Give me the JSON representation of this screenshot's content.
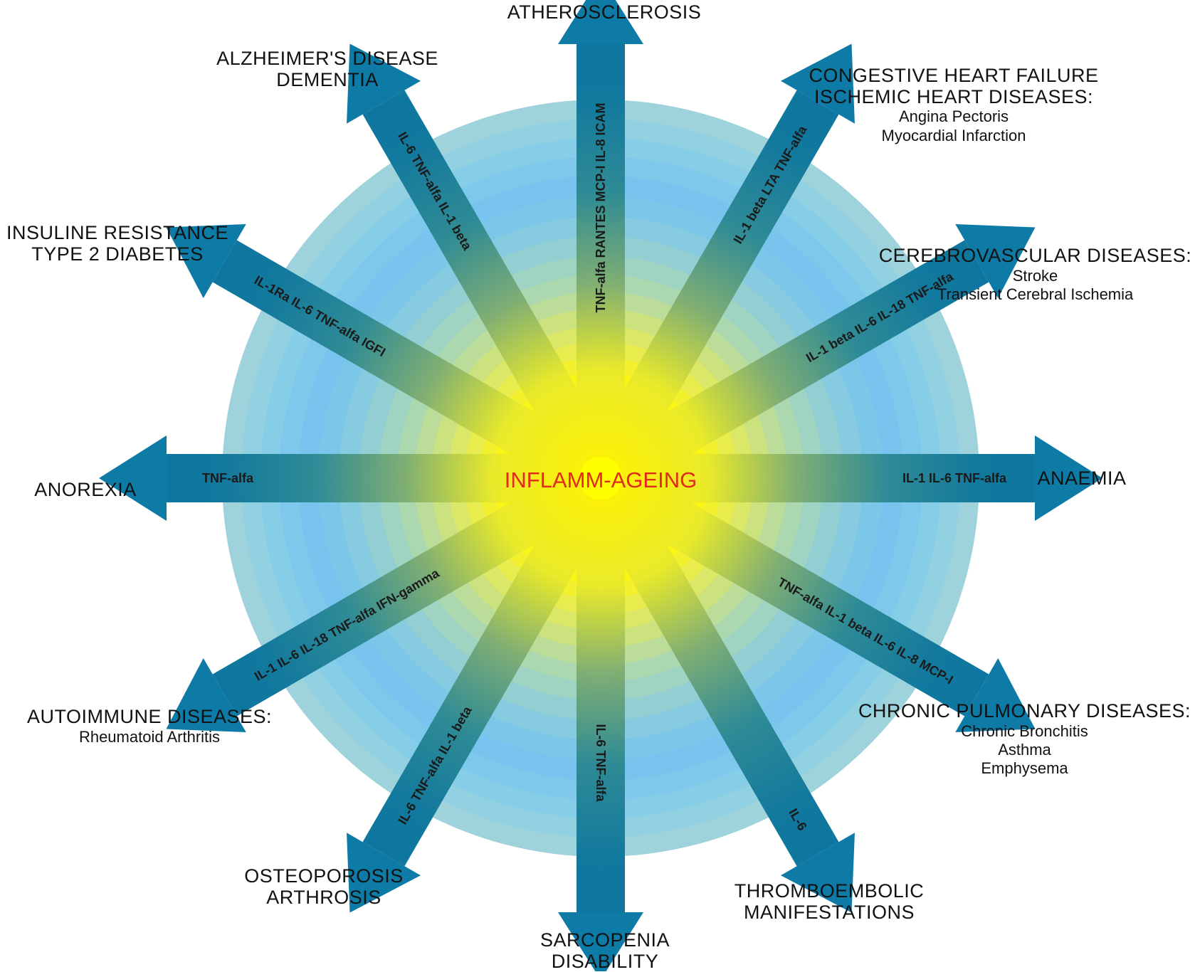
{
  "center_label": "INFLAMM-AGEING",
  "colors": {
    "center": "#e02a1c",
    "arrow": "#0e7aa6",
    "disc_outer": "#9fd3dc",
    "disc_inner": "#ffff00"
  },
  "arrows": [
    {
      "name": "atherosclerosis",
      "angle": -90,
      "mediators": "TNF-alfa RANTES MCP-I IL-8 ICAM"
    },
    {
      "name": "heart",
      "angle": -60,
      "mediators": "IL-1 beta  LTA  TNF-alfa"
    },
    {
      "name": "cerebrovascular",
      "angle": -30,
      "mediators": "IL-1 beta IL-6  IL-18  TNF-alfa"
    },
    {
      "name": "anaemia",
      "angle": 0,
      "mediators": "IL-1  IL-6  TNF-alfa"
    },
    {
      "name": "pulmonary",
      "angle": 30,
      "mediators": "TNF-alfa  IL-1 beta  IL-6      IL-8  MCP-I"
    },
    {
      "name": "thromboembolic",
      "angle": 60,
      "mediators": "IL-6"
    },
    {
      "name": "sarcopenia",
      "angle": 90,
      "mediators": "IL-6   TNF-alfa"
    },
    {
      "name": "osteoporosis",
      "angle": 120,
      "mediators": "IL-6  TNF-alfa  IL-1 beta"
    },
    {
      "name": "autoimmune",
      "angle": 150,
      "mediators": "IL-1  IL-6  IL-18  TNF-alfa  IFN-gamma"
    },
    {
      "name": "anorexia",
      "angle": 180,
      "mediators": "TNF-alfa"
    },
    {
      "name": "insulin",
      "angle": 210,
      "mediators": "IL-1Ra   IL-6     TNF-alfa    IGFI"
    },
    {
      "name": "alzheimer",
      "angle": 240,
      "mediators": "IL-6    TNF-alfa  IL-1 beta"
    }
  ],
  "labels": {
    "atherosclerosis": {
      "title": [
        "ATHEROSCLEROSIS"
      ],
      "sub": []
    },
    "heart": {
      "title": [
        "CONGESTIVE HEART FAILURE",
        "ISCHEMIC HEART DISEASES:"
      ],
      "sub": [
        "Angina Pectoris",
        "Myocardial Infarction"
      ]
    },
    "cerebrovascular": {
      "title": [
        "CEREBROVASCULAR DISEASES:"
      ],
      "sub": [
        "Stroke",
        "Transient Cerebral Ischemia"
      ]
    },
    "anaemia": {
      "title": [
        "ANAEMIA"
      ],
      "sub": []
    },
    "pulmonary": {
      "title": [
        "CHRONIC PULMONARY DISEASES:"
      ],
      "sub": [
        "Chronic Bronchitis",
        "Asthma",
        "Emphysema"
      ]
    },
    "thromboembolic": {
      "title": [
        "THROMBOEMBOLIC",
        "MANIFESTATIONS"
      ],
      "sub": []
    },
    "sarcopenia": {
      "title": [
        "SARCOPENIA",
        "DISABILITY"
      ],
      "sub": []
    },
    "osteoporosis": {
      "title": [
        "OSTEOPOROSIS",
        "ARTHROSIS"
      ],
      "sub": []
    },
    "autoimmune": {
      "title": [
        "AUTOIMMUNE DISEASES:"
      ],
      "sub": [
        "Rheumatoid Arthritis"
      ]
    },
    "anorexia": {
      "title": [
        "ANOREXIA"
      ],
      "sub": []
    },
    "insulin": {
      "title": [
        "INSULINE RESISTANCE",
        "TYPE 2 DIABETES"
      ],
      "sub": []
    },
    "alzheimer": {
      "title": [
        "ALZHEIMER'S DISEASE",
        "DEMENTIA"
      ],
      "sub": []
    }
  }
}
